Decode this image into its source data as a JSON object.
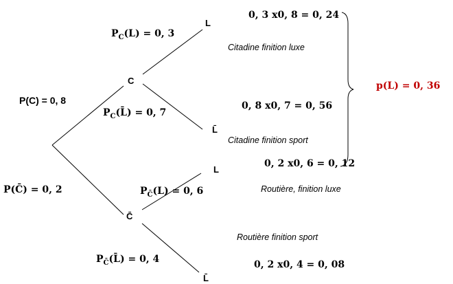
{
  "nodes": {
    "c": "C",
    "c_bar": "C̄",
    "l_top": "L",
    "l_bar_top": "L̄",
    "l_bottom": "L",
    "l_bar_bottom": "L̄"
  },
  "branches": {
    "p_c": "P(C) = 0, 8",
    "p_c_bar": "P(C̄) = 0, 2",
    "pc_l": "P",
    "pc_l_sub": "C",
    "pc_l_rest": "(L) = 0, 3",
    "pc_lbar": "P",
    "pc_lbar_sub": "C",
    "pc_lbar_rest": "(L̄) = 0, 7",
    "pcbar_l": "P",
    "pcbar_l_sub": "C̄",
    "pcbar_l_rest": "(L) = 0, 6",
    "pcbar_lbar": "P",
    "pcbar_lbar_sub": "C̄",
    "pcbar_lbar_rest": "(L̄) = 0, 4"
  },
  "products": {
    "p1": "0, 3 x0, 8 = 0, 24",
    "p2": "0, 8 x0, 7 = 0, 56",
    "p3": "0, 2 x0, 6 = 0, 12",
    "p4": "0, 2 x0, 4 = 0, 08"
  },
  "notes": {
    "n1": "Citadine finition luxe",
    "n2": "Citadine finition sport",
    "n3": "Routière, finition luxe",
    "n4": "Routière finition sport"
  },
  "result": "p(L) = 0, 36",
  "colors": {
    "line": "#000000",
    "result": "#c00000"
  }
}
